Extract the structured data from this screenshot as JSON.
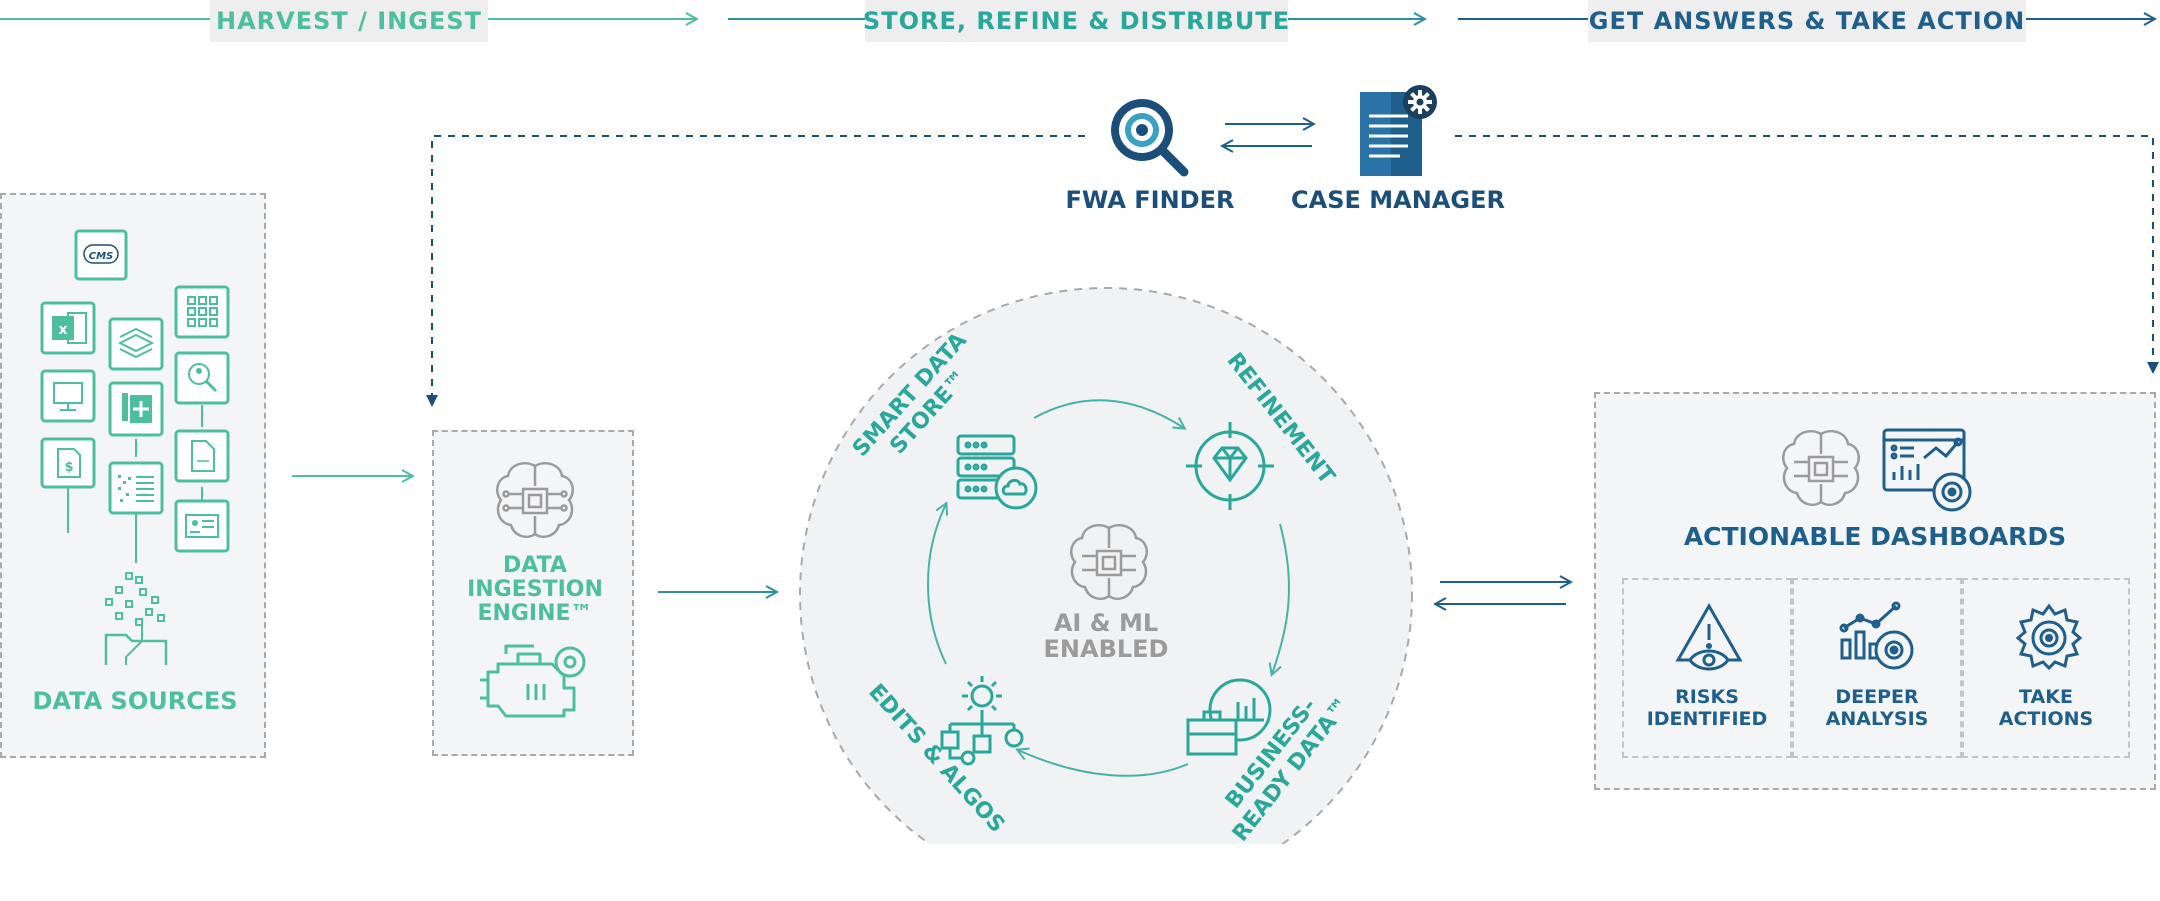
{
  "colors": {
    "teal": "#4dbf9e",
    "teal_dark": "#2aa79b",
    "navy": "#1f5f8b",
    "navy_dark": "#1b4f7a",
    "gray": "#9b9b9b",
    "panel_bg": "#f4f5f6"
  },
  "phases": [
    {
      "label": "HARVEST / INGEST"
    },
    {
      "label": "STORE, REFINE & DISTRIBUTE"
    },
    {
      "label": "GET ANSWERS & TAKE ACTION"
    }
  ],
  "tools": {
    "fwa_finder": {
      "label": "FWA FINDER",
      "icon": "magnifier-icon"
    },
    "case_manager": {
      "label": "CASE MANAGER",
      "icon": "document-gear-icon"
    }
  },
  "data_sources": {
    "label": "DATA SOURCES",
    "cms_badge": "CMS",
    "icons": [
      "cms-logo-icon",
      "excel-file-icon",
      "stack-icon",
      "spreadsheet-icon",
      "monitor-icon",
      "add-document-icon",
      "search-user-icon",
      "dollar-file-icon",
      "scan-file-icon",
      "pdf-file-icon",
      "id-card-icon",
      "data-folder-icon"
    ]
  },
  "ingestion": {
    "line1": "DATA",
    "line2": "INGESTION",
    "line3": "ENGINE™",
    "icons": [
      "ai-brain-icon",
      "engine-icon"
    ]
  },
  "cycle": {
    "center_line1": "AI & ML",
    "center_line2": "ENABLED",
    "smart_store_line1": "SMART DATA",
    "smart_store_line2": "STORE™",
    "refinement": "REFINEMENT",
    "business_line1": "BUSINESS-",
    "business_line2": "READY DATA™",
    "edits": "EDITS & ALGOS",
    "icons": [
      "database-cloud-icon",
      "diamond-target-icon",
      "briefcase-chart-icon",
      "workflow-gear-icon",
      "ai-brain-icon"
    ]
  },
  "dashboards": {
    "title": "ACTIONABLE DASHBOARDS",
    "items": [
      {
        "line1": "RISKS",
        "line2": "IDENTIFIED",
        "icon": "warning-eye-icon"
      },
      {
        "line1": "DEEPER",
        "line2": "ANALYSIS",
        "icon": "chart-eye-icon"
      },
      {
        "line1": "TAKE",
        "line2": "ACTIONS",
        "icon": "gear-target-icon"
      }
    ]
  }
}
